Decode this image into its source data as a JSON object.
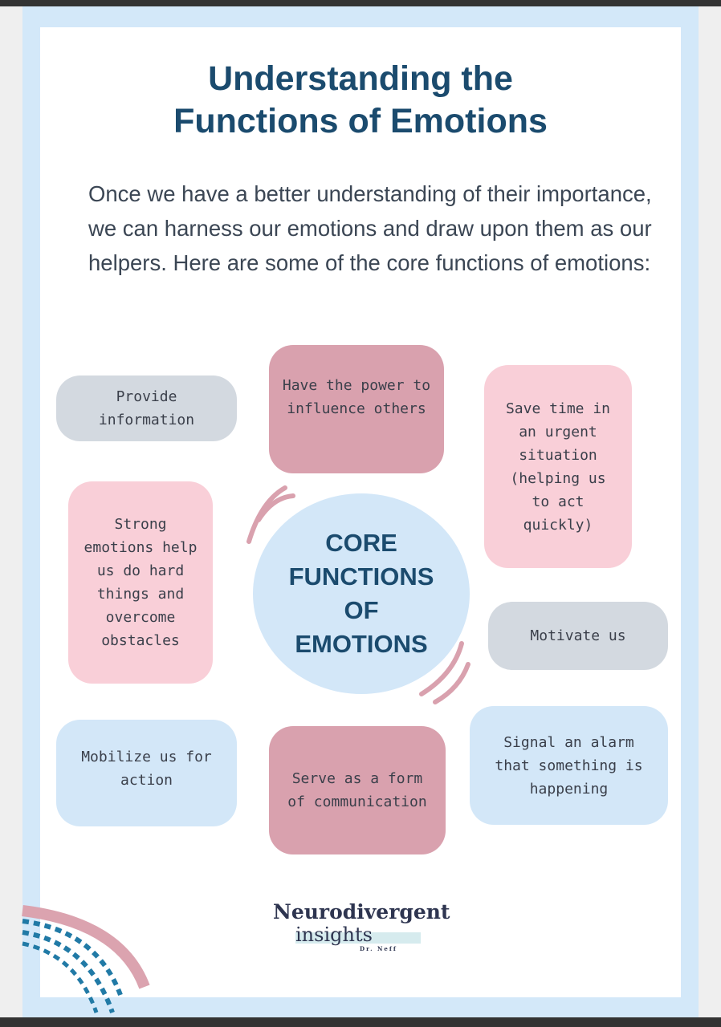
{
  "title": [
    "Understanding the",
    "Functions of Emotions"
  ],
  "intro": "Once we have a better understanding of their importance, we can harness our emotions and draw upon them as our helpers. Here are some of the core functions of emotions:",
  "center": [
    "CORE",
    "FUNCTIONS",
    "OF",
    "EMOTIONS"
  ],
  "functions": [
    "Provide information",
    "Have the power to influence others",
    "Save time in an urgent situation (helping us to act quickly)",
    "Strong emotions help us do hard things and overcome obstacles",
    "Motivate us",
    "Mobilize us for action",
    "Serve as a form of communication",
    "Signal an alarm that something is happening"
  ],
  "logo": {
    "line1": "Neurodivergent",
    "line2": "insights",
    "line3": "Dr. Neff"
  },
  "colors": {
    "title": "#1b4b6e",
    "gray": "#d3d9e0",
    "rose": "#d9a1ae",
    "pink": "#f9cfd8",
    "blue": "#d3e7f8"
  }
}
